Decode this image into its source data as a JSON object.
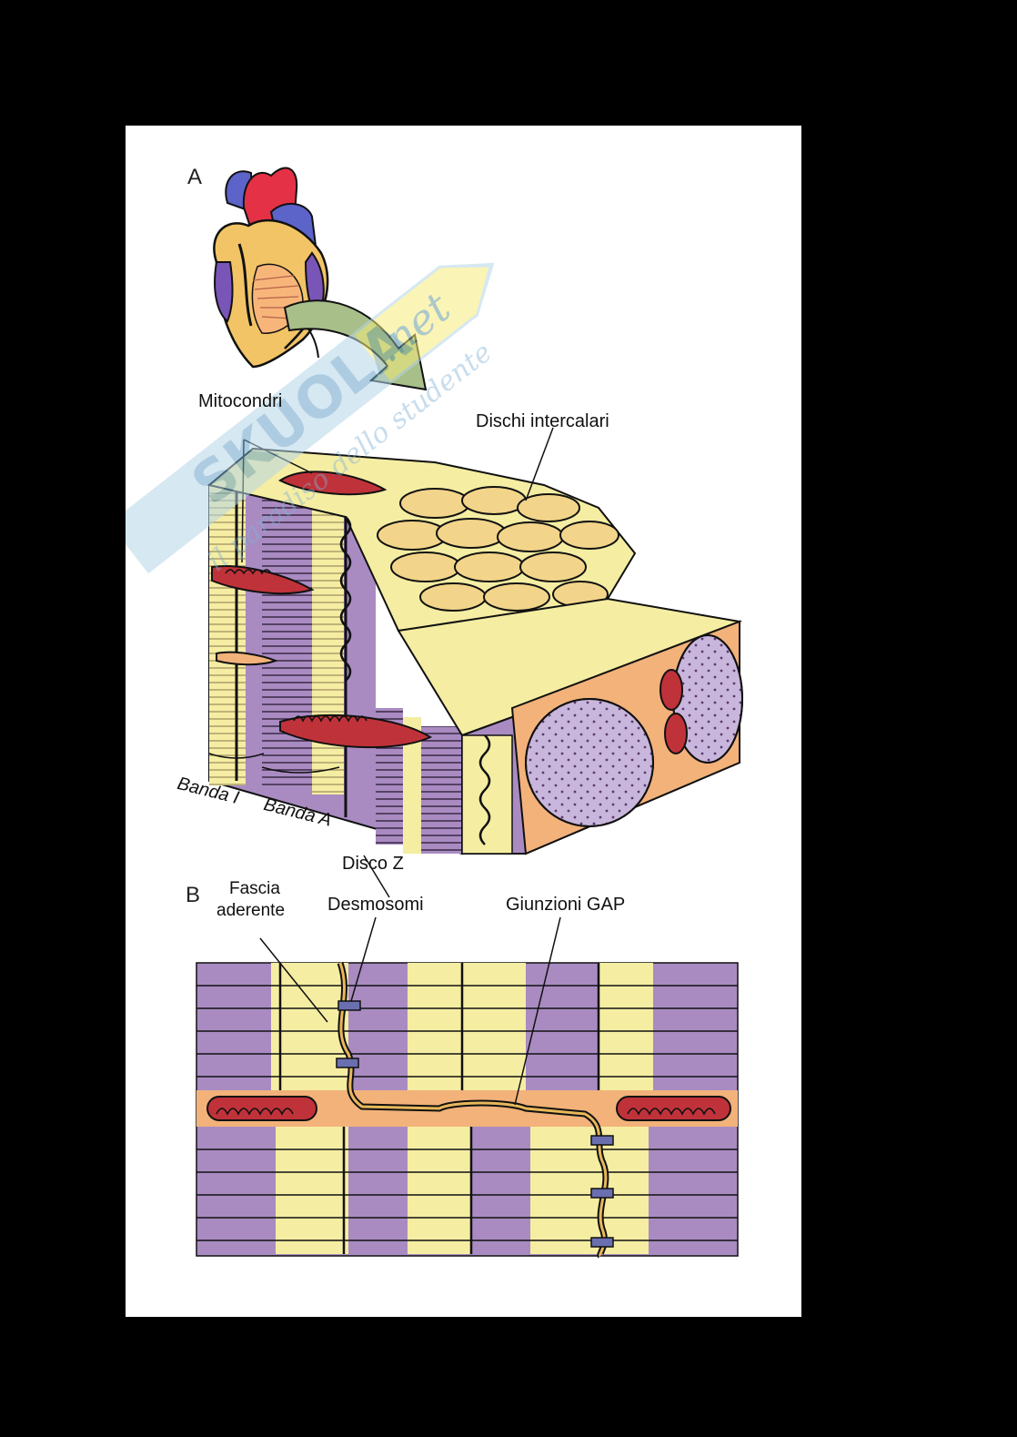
{
  "figure": {
    "panel_a": "A",
    "panel_b": "B",
    "labels": {
      "mitocondri": "Mitocondri",
      "dischi_intercalari": "Dischi intercalari",
      "banda_i": "Banda I",
      "banda_a": "Banda A",
      "disco_z": "Disco Z",
      "fascia_aderente_1": "Fascia",
      "fascia_aderente_2": "aderente",
      "desmosomi": "Desmosomi",
      "giunzioni_gap": "Giunzioni GAP"
    }
  },
  "watermark": {
    "brand": "SKUOLA.net",
    "tagline": "il paradiso dello studente"
  },
  "colors": {
    "purple": "#a98bc2",
    "yellow": "#f5eda2",
    "mito_red": "#c0323a",
    "sarco_orange": "#f2b27a",
    "arrow_green": "#a8bf8a"
  }
}
